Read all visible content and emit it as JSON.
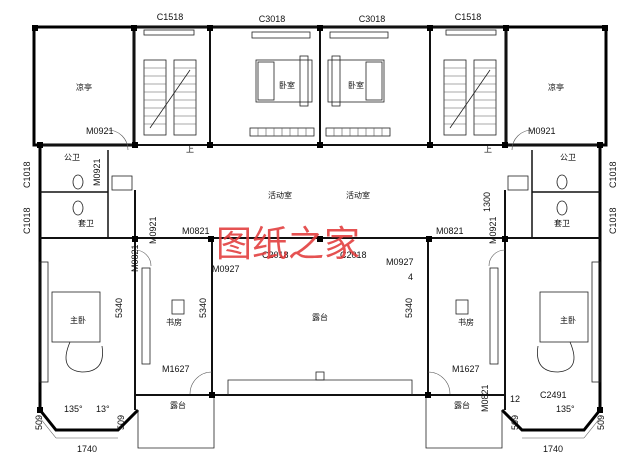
{
  "labels": {
    "top": [
      "C1518",
      "C3018",
      "C3018",
      "C1518"
    ],
    "rooms": {
      "pavilion_left": "凉亭",
      "pavilion_right": "凉亭",
      "bedroom_left": "卧室",
      "bedroom_right": "卧室",
      "activity_left": "活动室",
      "activity_right": "活动室",
      "public_wc_left": "公卫",
      "public_wc_right": "公卫",
      "ensuite_left": "套卫",
      "ensuite_right": "套卫",
      "master_left": "主卧",
      "master_right": "主卧",
      "study_left": "书房",
      "study_right": "书房",
      "terrace_center": "露台",
      "terrace_left": "露台",
      "terrace_right": "露台"
    },
    "codes": {
      "m0921_tl": "M0921",
      "m0921_tr": "M0921",
      "c1018_l1": "C1018",
      "c1018_l2": "C1018",
      "c1018_r1": "C1018",
      "c1018_r2": "C1018",
      "m0921_l2": "M0921",
      "m0921_l3": "M0921",
      "m0921_r3": "M0921",
      "m0821_l": "M0821",
      "m0821_r": "M0821",
      "m0821_lv": "M0821",
      "m0821_rv": "M0821",
      "c2018_l": "C2018",
      "c2018_r": "C2018",
      "m0927_l": "M0927",
      "m0927_r": "M0927",
      "m1627_l": "M1627",
      "m1627_r": "M1627",
      "c2491": "C2491",
      "dim5340_1": "5340",
      "dim5340_2": "5340",
      "dim5340_3": "5340",
      "dim1300": "1300",
      "dim135_l": "135°",
      "dim13_l": "13°",
      "dim135_r": "135°",
      "dim12_r": "12",
      "dim509_l": "509",
      "dim509_l2": "509",
      "dim509_r": "509",
      "dim509_r2": "509",
      "dim1740_l": "1740",
      "dim1740_r": "1740",
      "mark_4": "4",
      "up_l": "上",
      "up_r": "上"
    },
    "watermark": "图纸之家"
  }
}
